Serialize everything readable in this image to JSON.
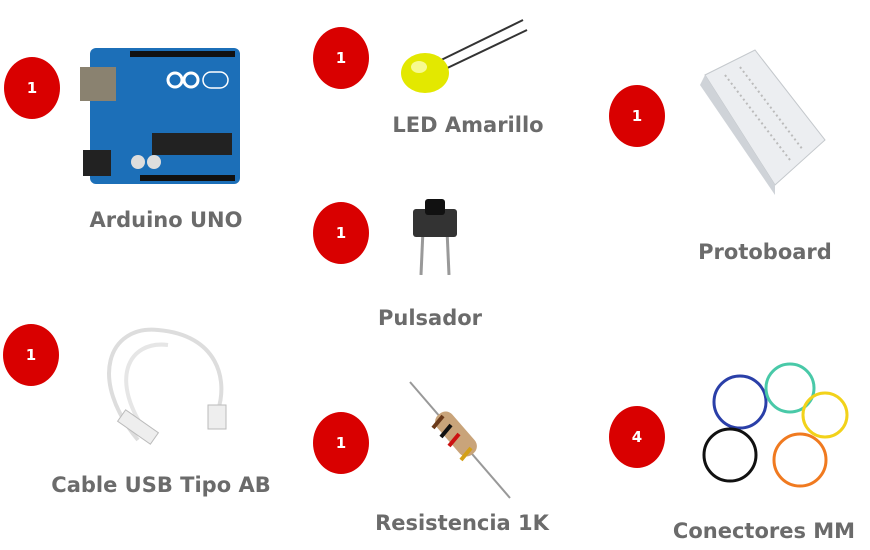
{
  "items": [
    {
      "name": "Arduino UNO",
      "qty": "1"
    },
    {
      "name": "LED Amarillo",
      "qty": "1"
    },
    {
      "name": "Pulsador",
      "qty": "1"
    },
    {
      "name": "Protoboard",
      "qty": "1"
    },
    {
      "name": "Cable USB Tipo AB",
      "qty": "1"
    },
    {
      "name": "Resistencia 1K",
      "qty": "1"
    },
    {
      "name": "Conectores MM",
      "qty": "4"
    }
  ],
  "colors": {
    "badge": "#d90000",
    "label": "#6b6b6b"
  }
}
